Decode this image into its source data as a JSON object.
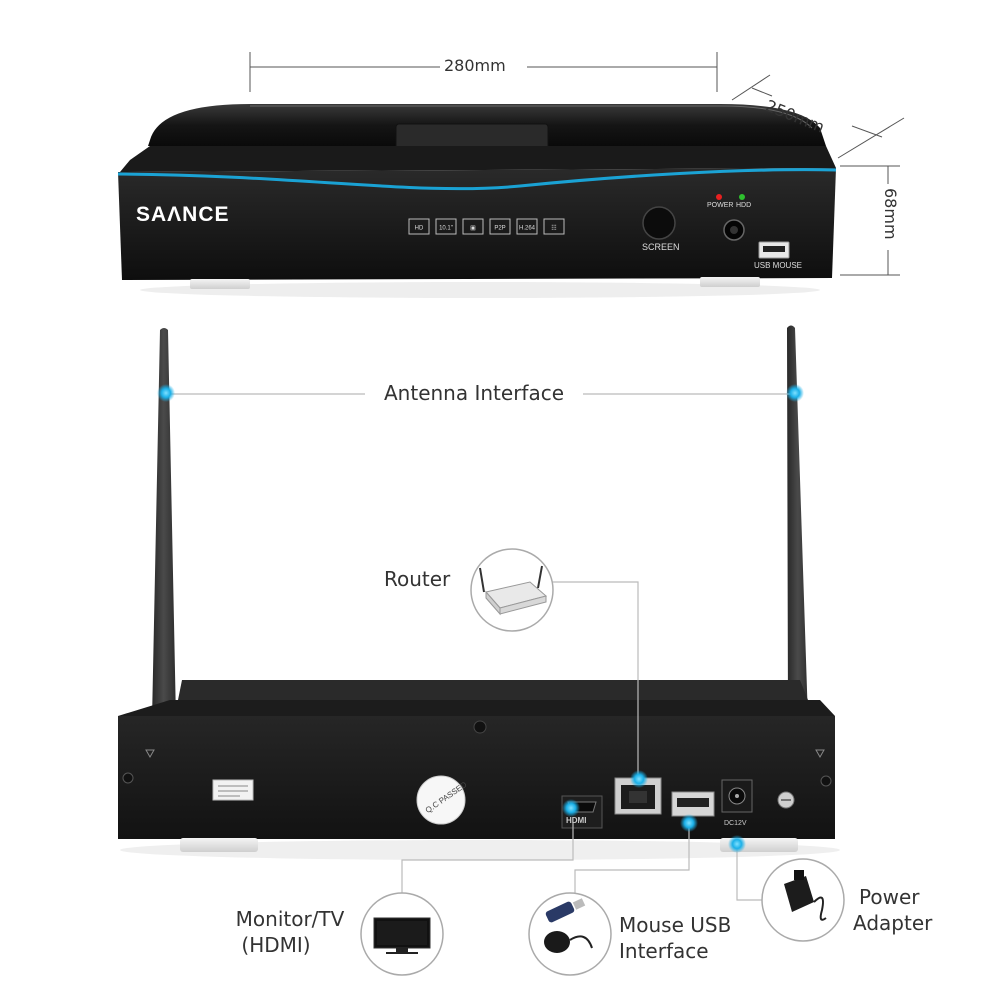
{
  "product": {
    "brand": "SANNCE",
    "brand_display": "SAΛNCE",
    "front_panel": {
      "badges": [
        "HD",
        "10.1\"",
        "▣",
        "P2P",
        "H.264",
        "☷"
      ],
      "screen_button": "SCREEN",
      "power_led": "POWER",
      "hdd_led": "HDD",
      "usb_port": "USB MOUSE"
    },
    "rear_panel": {
      "qc_sticker": "Q.C PASSED",
      "hdmi_port": "HDMI",
      "dc_port": "DC12V"
    }
  },
  "dimensions": {
    "width": "280mm",
    "depth": "250mm",
    "height": "68mm"
  },
  "callouts": {
    "antenna": "Antenna Interface",
    "router": "Router",
    "monitor_line1": "Monitor/TV",
    "monitor_line2": "(HDMI)",
    "mouse_line1": "Mouse USB",
    "mouse_line2": "Interface",
    "power_line1": "Power",
    "power_line2": "Adapter"
  },
  "colors": {
    "accent": "#1ab0e8",
    "body": "#1c1c1c",
    "callout_line": "#bbbbbb",
    "led_power": "#e82020",
    "led_hdd": "#2ec02e"
  }
}
